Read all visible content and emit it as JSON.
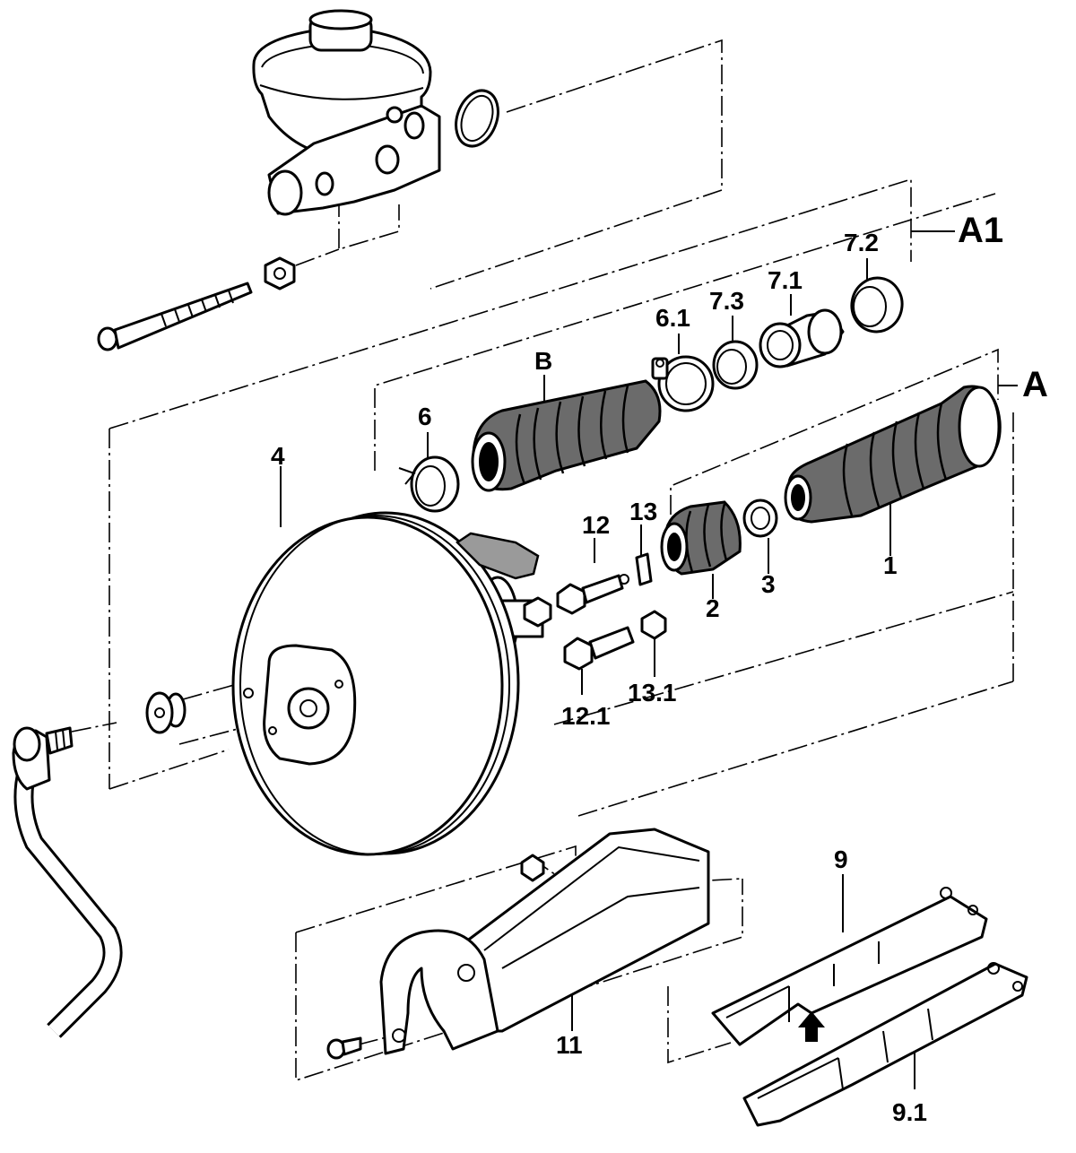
{
  "diagram": {
    "labels": {
      "A1": "A1",
      "A": "A",
      "B": "B",
      "p1": "1",
      "p2": "2",
      "p3": "3",
      "p4": "4",
      "p6": "6",
      "p6_1": "6.1",
      "p7_1": "7.1",
      "p7_2": "7.2",
      "p7_3": "7.3",
      "p9": "9",
      "p9_1": "9.1",
      "p11": "11",
      "p12": "12",
      "p12_1": "12.1",
      "p13": "13",
      "p13_1": "13.1"
    },
    "colors": {
      "line": "#000000",
      "background": "#ffffff",
      "boot_fill": "#6b6b6b"
    }
  }
}
